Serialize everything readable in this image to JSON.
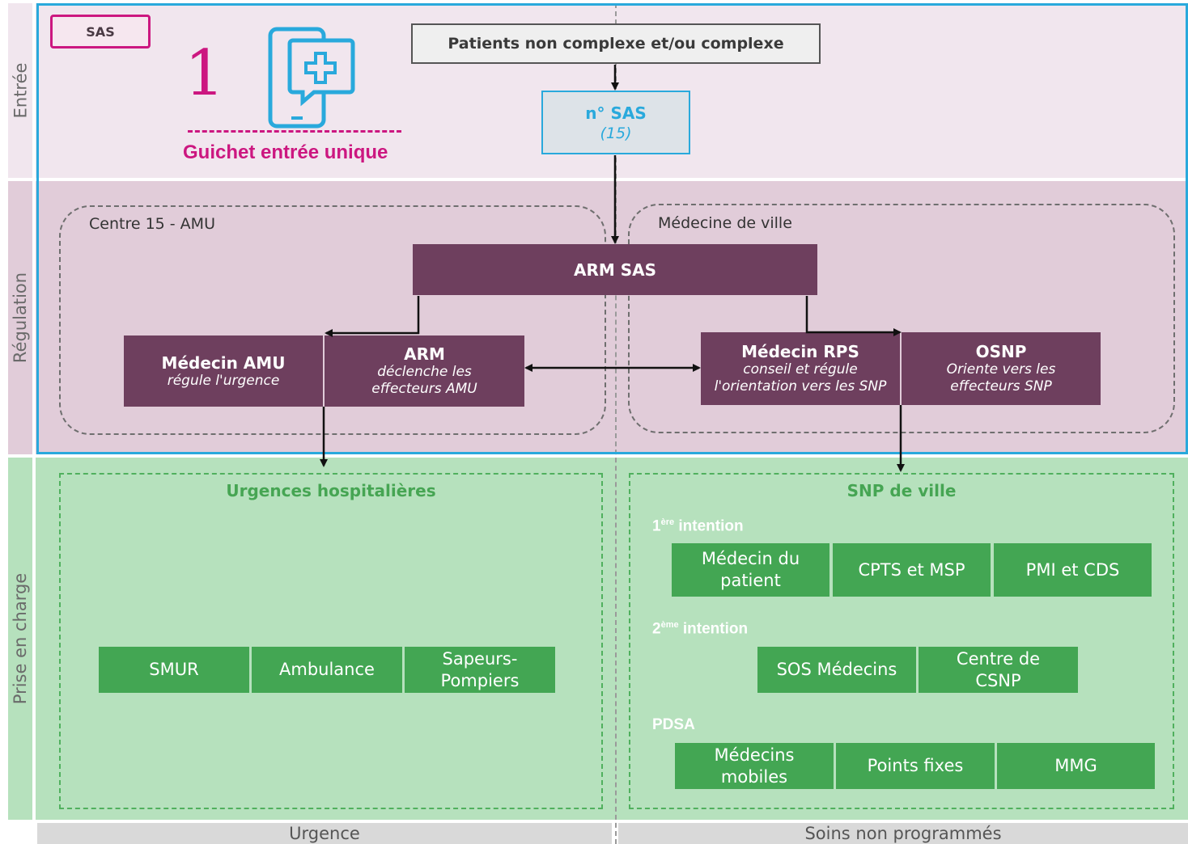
{
  "colors": {
    "entree_bg": "#f1e6ee",
    "regulation_bg": "#e1ccd9",
    "prise_bg": "#b6e1bd",
    "purple": "#6e3f5e",
    "green": "#43a653",
    "magenta": "#cc1780",
    "cyan": "#29a9dc"
  },
  "tag": "SAS",
  "step_number": "1",
  "icon": "phone-medical-icon",
  "guichet_label": "Guichet entrée unique",
  "top_box": "Patients non complexe et/ou complexe",
  "sas_number": {
    "title": "n° SAS",
    "sub": "(15)"
  },
  "rows": {
    "entree": "Entrée",
    "regulation": "Régulation",
    "prise": "Prise en charge"
  },
  "regulation": {
    "left_panel": "Centre 15 - AMU",
    "right_panel": "Médecine de ville",
    "arm_sas": "ARM SAS",
    "medecin_amu": {
      "title": "Médecin AMU",
      "sub": "régule l'urgence"
    },
    "arm": {
      "title": "ARM",
      "sub1": "déclenche les",
      "sub2": "effecteurs AMU"
    },
    "medecin_rps": {
      "title": "Médecin RPS",
      "sub1": "conseil et régule",
      "sub2": "l'orientation vers les SNP"
    },
    "osnp": {
      "title": "OSNP",
      "sub1": "Oriente vers les",
      "sub2": "effecteurs SNP"
    }
  },
  "urgences": {
    "title": "Urgences hospitalières",
    "items": [
      "SMUR",
      "Ambulance",
      "Sapeurs-Pompiers"
    ]
  },
  "snp": {
    "title": "SNP de ville",
    "first": {
      "num": "1",
      "sup": "ère",
      "label": "intention",
      "items": [
        "Médecin du patient",
        "CPTS et MSP",
        "PMI et CDS"
      ]
    },
    "second": {
      "num": "2",
      "sup": "ème",
      "label": "intention",
      "items": [
        "SOS Médecins",
        "Centre de CSNP"
      ]
    },
    "pdsa": {
      "label": "PDSA",
      "items": [
        "Médecins mobiles",
        "Points fixes",
        "MMG"
      ]
    }
  },
  "footer": {
    "left": "Urgence",
    "right": "Soins non programmés"
  }
}
